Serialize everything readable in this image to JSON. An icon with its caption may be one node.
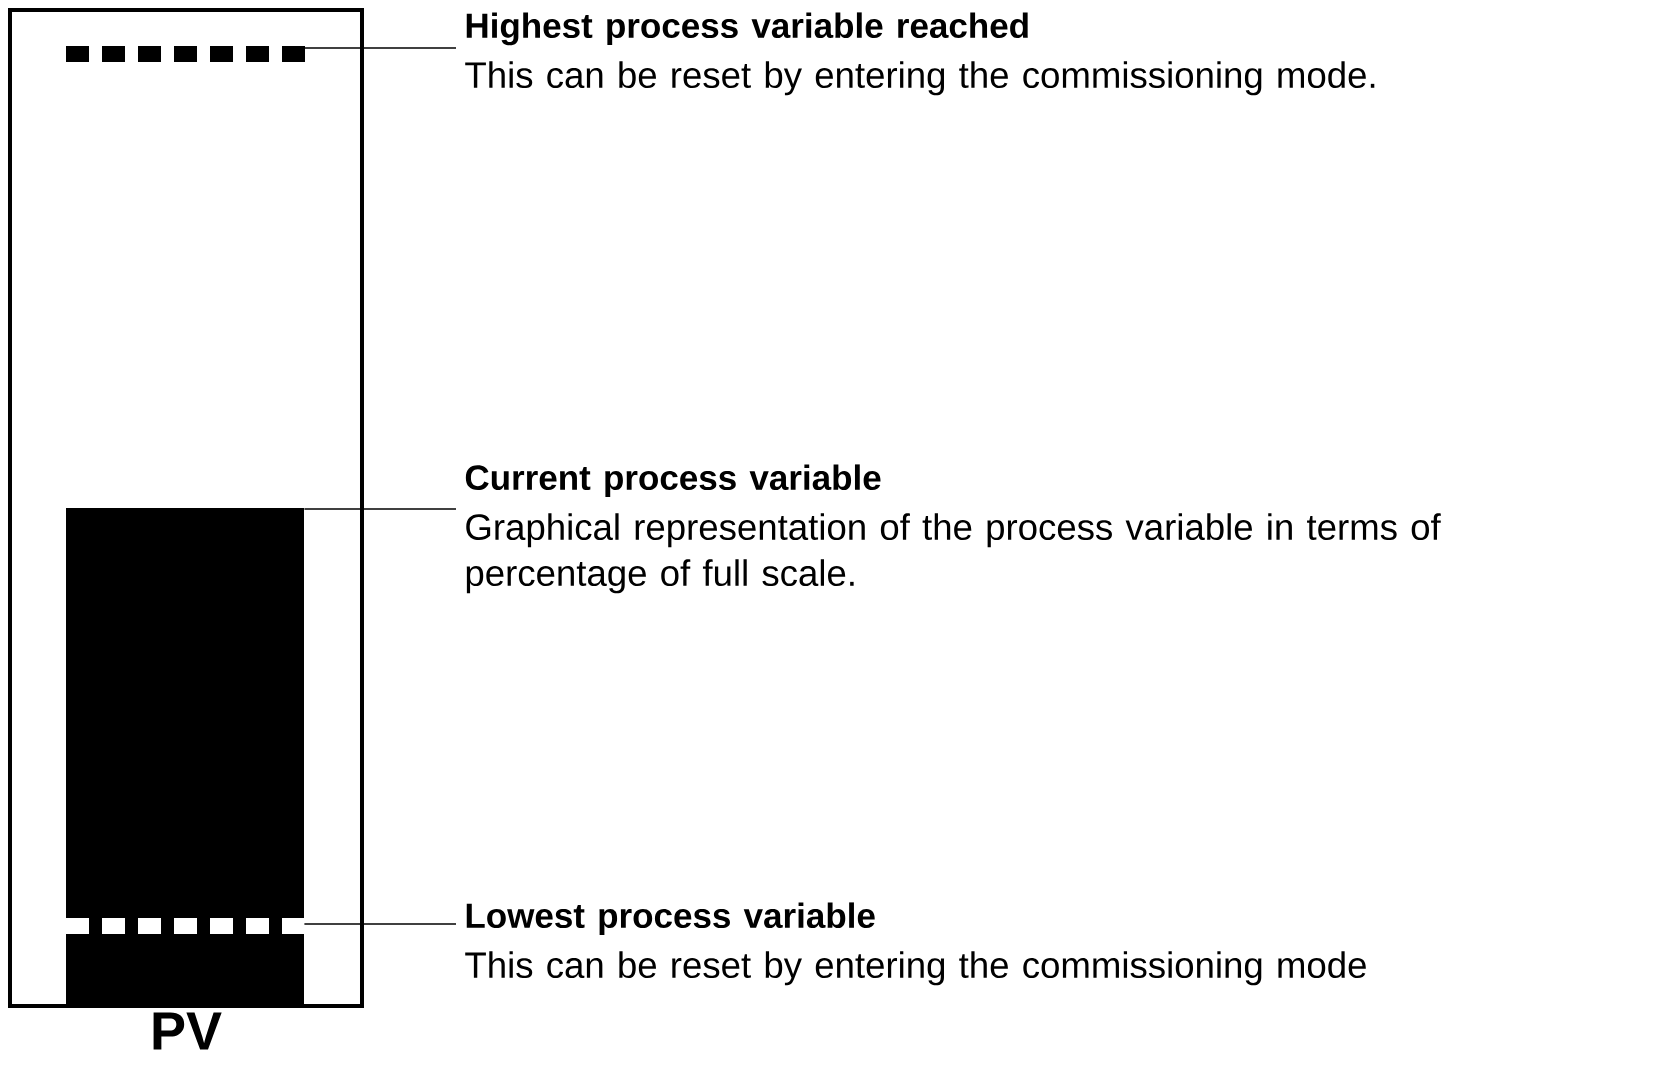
{
  "diagram": {
    "nodes": [
      {
        "text": [
          "PV"
        ]
      },
      {
        "text": [],
        "shape": "bar",
        "in": 0
      },
      {
        "text": [],
        "shape": "bar",
        "in": 0
      },
      {
        "text": [],
        "shape": "bar",
        "in": 2
      },
      {
        "text": [
          "Highest process variable reached",
          "This can be reset by entering the commissioning mode."
        ]
      },
      {
        "text": [
          "Current process variable",
          "Graphical representation of the process variable in terms of percentage of full scale."
        ]
      },
      {
        "text": [
          "Lowest process variable",
          "This can be reset by entering the commissioning mode"
        ]
      }
    ],
    "edges": [
      {
        "from": 4,
        "to": 1,
        "arrow": "none"
      },
      {
        "from": 5,
        "to": 2,
        "arrow": "none"
      },
      {
        "from": 6,
        "to": 3,
        "arrow": "none"
      }
    ]
  }
}
